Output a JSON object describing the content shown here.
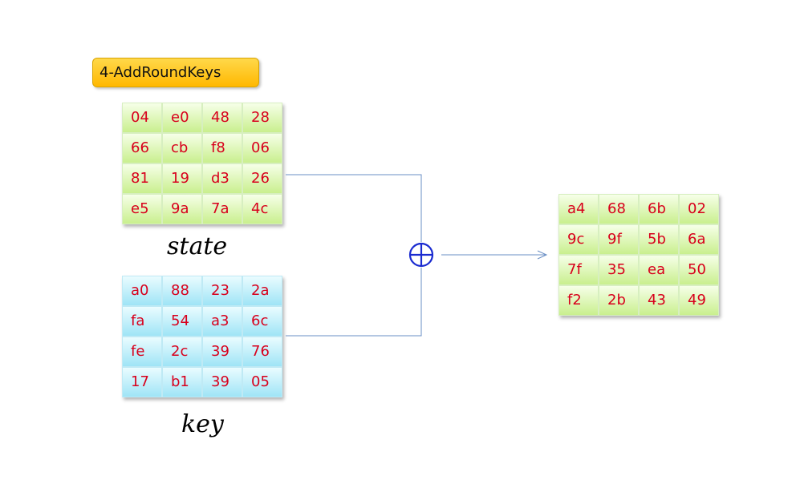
{
  "step_label": "4-AddRoundKeys",
  "state": {
    "caption": "state",
    "rows": [
      [
        "04",
        "e0",
        "48",
        "28"
      ],
      [
        "66",
        "cb",
        "f8",
        "06"
      ],
      [
        "81",
        "19",
        "d3",
        "26"
      ],
      [
        "e5",
        "9a",
        "7a",
        "4c"
      ]
    ]
  },
  "key": {
    "caption": "key",
    "rows": [
      [
        "a0",
        "88",
        "23",
        "2a"
      ],
      [
        "fa",
        "54",
        "a3",
        "6c"
      ],
      [
        "fe",
        "2c",
        "39",
        "76"
      ],
      [
        "17",
        "b1",
        "39",
        "05"
      ]
    ]
  },
  "result": {
    "rows": [
      [
        "a4",
        "68",
        "6b",
        "02"
      ],
      [
        "9c",
        "9f",
        "5b",
        "6a"
      ],
      [
        "7f",
        "35",
        "ea",
        "50"
      ],
      [
        "f2",
        "2b",
        "43",
        "49"
      ]
    ]
  },
  "colors": {
    "cell_text": "#d8001c",
    "wire": "#6a8fc4",
    "xor_symbol": "#1a2bd0"
  },
  "icons": {
    "operator": "xor-icon",
    "flow": "arrow-right-icon"
  }
}
